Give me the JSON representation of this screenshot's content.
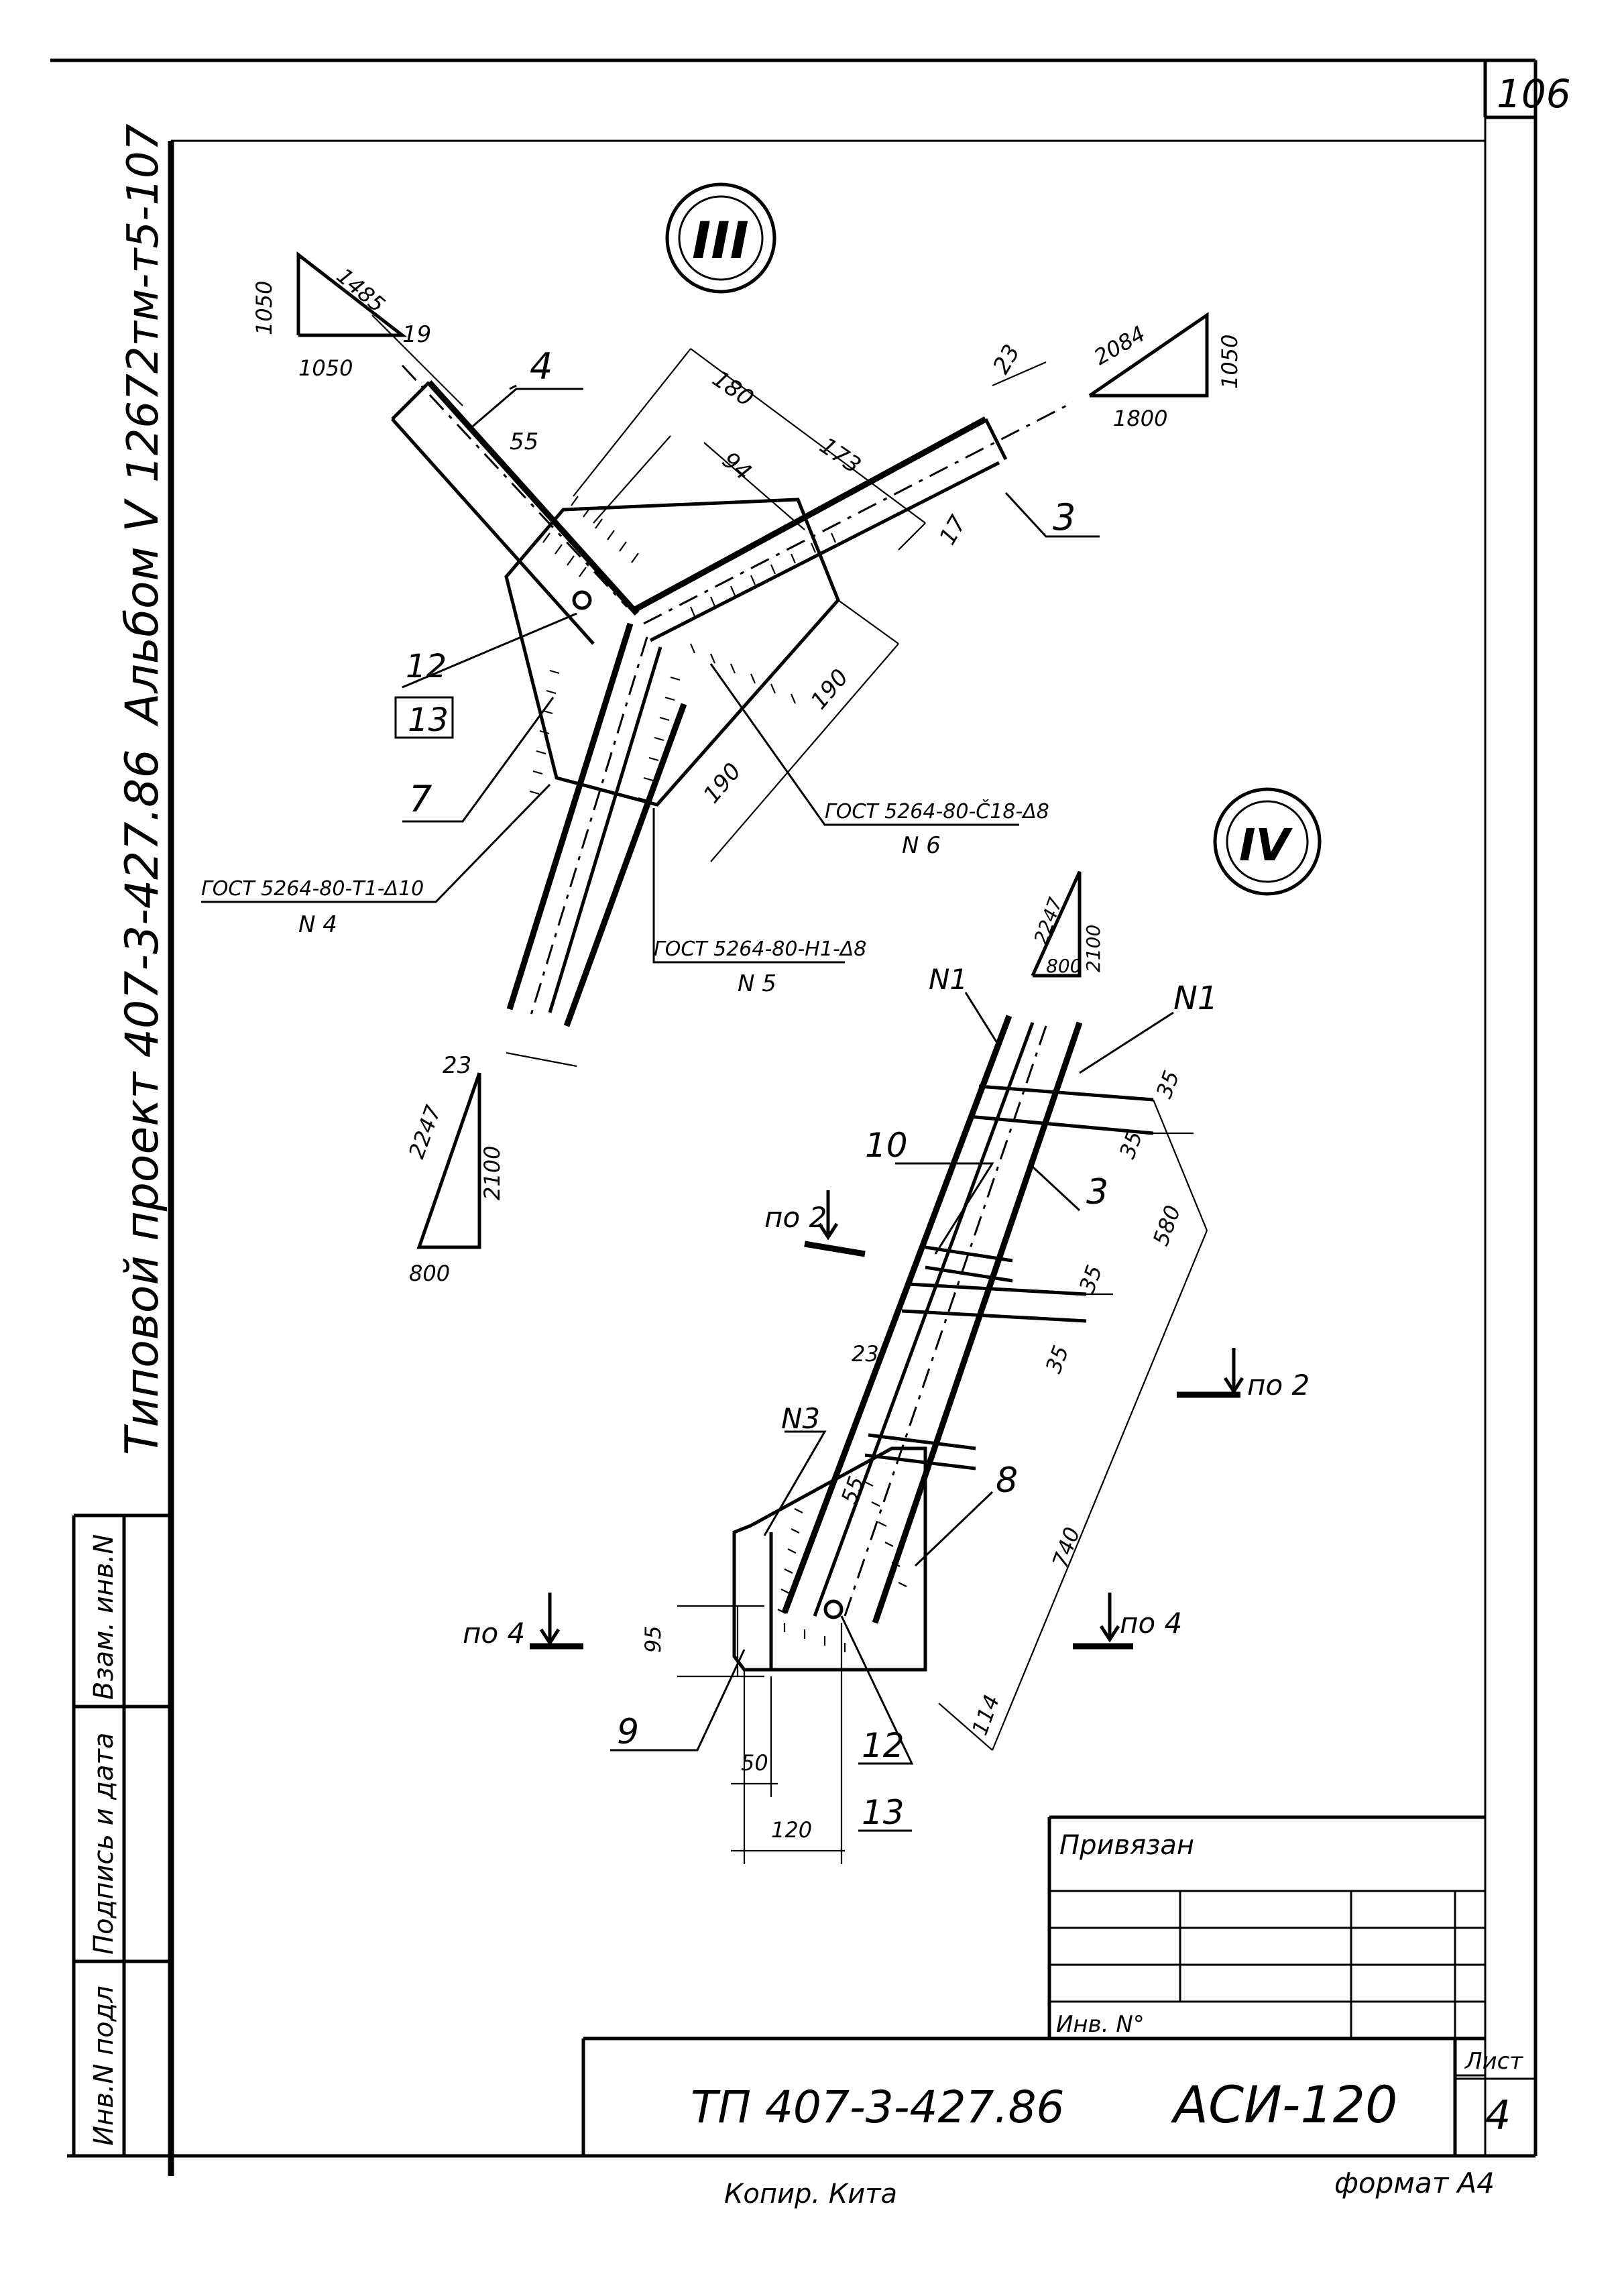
{
  "sheet": {
    "page_number": "106",
    "side_stamp": {
      "project": "Типовой проект 407-3-427.86",
      "album": "Альбом V",
      "code": "12672тм-т5-107"
    },
    "left_strip": {
      "inv_podl": "Инв.N подл",
      "signature_date": "Подпись и дата",
      "vzam_inv": "Взам. инв.N"
    }
  },
  "node_III": {
    "label": "III",
    "slope_upper_left": {
      "a": "1050",
      "b": "1485",
      "c": "1050"
    },
    "slope_upper_right": {
      "a": "2084",
      "b": "1800",
      "c": "1050"
    },
    "slope_lower": {
      "a": "2247",
      "b": "2100",
      "c": "800"
    },
    "dims": [
      "19",
      "55",
      "180",
      "94",
      "173",
      "23",
      "17",
      "190",
      "190",
      "23"
    ],
    "callouts": [
      "4",
      "3",
      "12",
      "13",
      "7"
    ],
    "welds": [
      {
        "spec": "ГОСТ 5264-80-Т1-Δ10",
        "num": "N 4"
      },
      {
        "spec": "ГОСТ 5264-80-Н1-Δ8",
        "num": "N 5"
      },
      {
        "spec": "ГОСТ 5264-80-Č18-Δ8",
        "num": "N 6"
      }
    ]
  },
  "node_IV": {
    "label": "IV",
    "slope": {
      "a": "2247",
      "b": "800",
      "c": "2100"
    },
    "welds": [
      "N1",
      "N1",
      "N3"
    ],
    "dims": [
      "35",
      "35",
      "580",
      "35",
      "35",
      "23",
      "55",
      "740",
      "95",
      "114",
      "50",
      "120"
    ],
    "callouts": [
      "10",
      "3",
      "8",
      "9",
      "12",
      "13"
    ],
    "sections": [
      "по 2",
      "по 2",
      "по 4",
      "по 4"
    ]
  },
  "title_block": {
    "privyazan": "Привязан",
    "inv_no": "Инв. N°",
    "doc_code": "ТП 407-3-427.86",
    "mark": "АСИ-120",
    "sheet_label": "Лист",
    "sheet_no": "4"
  },
  "footer": {
    "copy": "Копир. Кита",
    "format": "формат А4"
  }
}
